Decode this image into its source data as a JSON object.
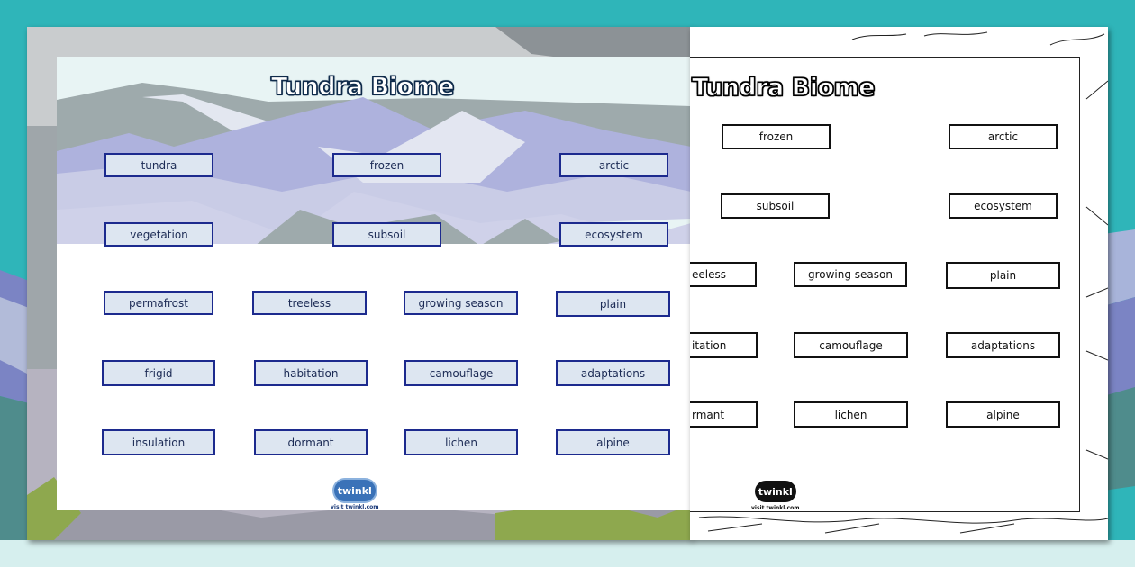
{
  "colors": {
    "background_teal": "#2fb5b9",
    "background_light": "#d6efee",
    "card_fill": "#dde6f1",
    "card_border": "#1c2a8e",
    "card_text": "#1c2b55",
    "bw_border": "#111111"
  },
  "color_sheet": {
    "title": "Tundra Biome",
    "cards": [
      {
        "label": "tundra"
      },
      {
        "label": "frozen"
      },
      {
        "label": "arctic"
      },
      {
        "label": "vegetation"
      },
      {
        "label": "subsoil"
      },
      {
        "label": "ecosystem"
      },
      {
        "label": "permafrost"
      },
      {
        "label": "treeless"
      },
      {
        "label": "growing season"
      },
      {
        "label": "plain"
      },
      {
        "label": "frigid"
      },
      {
        "label": "habitation"
      },
      {
        "label": "camouflage"
      },
      {
        "label": "adaptations"
      },
      {
        "label": "insulation"
      },
      {
        "label": "dormant"
      },
      {
        "label": "lichen"
      },
      {
        "label": "alpine"
      }
    ],
    "logo": {
      "brand": "twinkl",
      "caption": "visit twinkl.com"
    }
  },
  "bw_sheet": {
    "title": "Tundra Biome",
    "cards": [
      {
        "label": "frozen"
      },
      {
        "label": "arctic"
      },
      {
        "label": "subsoil"
      },
      {
        "label": "ecosystem"
      },
      {
        "label": "eeless"
      },
      {
        "label": "growing season"
      },
      {
        "label": "plain"
      },
      {
        "label": "itation"
      },
      {
        "label": "camouflage"
      },
      {
        "label": "adaptations"
      },
      {
        "label": "rmant"
      },
      {
        "label": "lichen"
      },
      {
        "label": "alpine"
      }
    ],
    "logo": {
      "brand": "twinkl",
      "caption": "visit twinkl.com"
    }
  }
}
